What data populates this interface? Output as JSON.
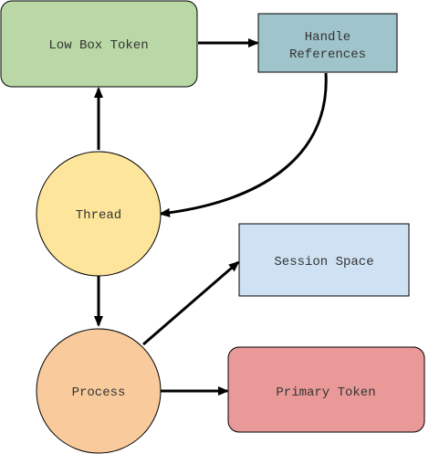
{
  "nodes": {
    "low_box_token": {
      "label": "Low Box Token",
      "fill": "#b9d8a5"
    },
    "handle_references": {
      "label_lines": [
        "Handle",
        "References"
      ],
      "fill": "#a0c4cc"
    },
    "thread": {
      "label": "Thread",
      "fill": "#fde59b"
    },
    "session_space": {
      "label": "Session Space",
      "fill": "#cfe2f3"
    },
    "process": {
      "label": "Process",
      "fill": "#f9cb9c"
    },
    "primary_token": {
      "label": "Primary Token",
      "fill": "#ea9999"
    }
  },
  "edge_color": "#000000"
}
